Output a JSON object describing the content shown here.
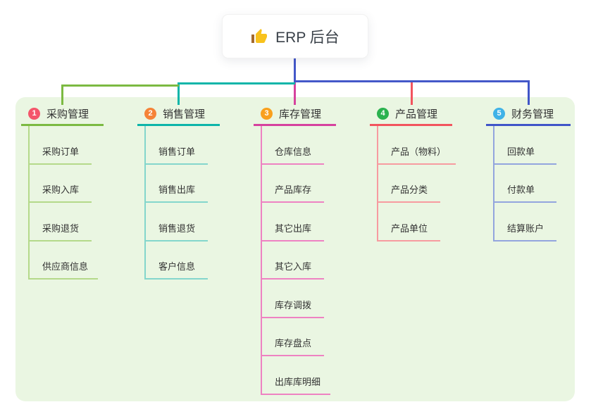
{
  "root": {
    "icon": "thumbs-up",
    "title": "ERP 后台"
  },
  "panel": {
    "bg": "#eaf6e2"
  },
  "connectors": {
    "root_line_color": "#4458c9"
  },
  "branches": [
    {
      "index": "1",
      "title": "采购管理",
      "badge_color": "#f4566b",
      "line_color": "#7cba42",
      "light_color": "#b4d98a",
      "children": [
        "采购订单",
        "采购入库",
        "采购退货",
        "供应商信息"
      ]
    },
    {
      "index": "2",
      "title": "销售管理",
      "badge_color": "#f58338",
      "line_color": "#0db5a9",
      "light_color": "#84d6cc",
      "children": [
        "销售订单",
        "销售出库",
        "销售退货",
        "客户信息"
      ]
    },
    {
      "index": "3",
      "title": "库存管理",
      "badge_color": "#f9a01d",
      "line_color": "#d6429e",
      "light_color": "#ee82c2",
      "children": [
        "仓库信息",
        "产品库存",
        "其它出库",
        "其它入库",
        "库存调拨",
        "库存盘点",
        "出库库明细"
      ]
    },
    {
      "index": "4",
      "title": "产品管理",
      "badge_color": "#2bb24f",
      "line_color": "#f2545e",
      "light_color": "#f79ba0",
      "children": [
        "产品（物料）",
        "产品分类",
        "产品单位"
      ]
    },
    {
      "index": "5",
      "title": "财务管理",
      "badge_color": "#3fb2e7",
      "line_color": "#4055c8",
      "light_color": "#93a5de",
      "children": [
        "回款单",
        "付款单",
        "结算账户"
      ]
    }
  ]
}
